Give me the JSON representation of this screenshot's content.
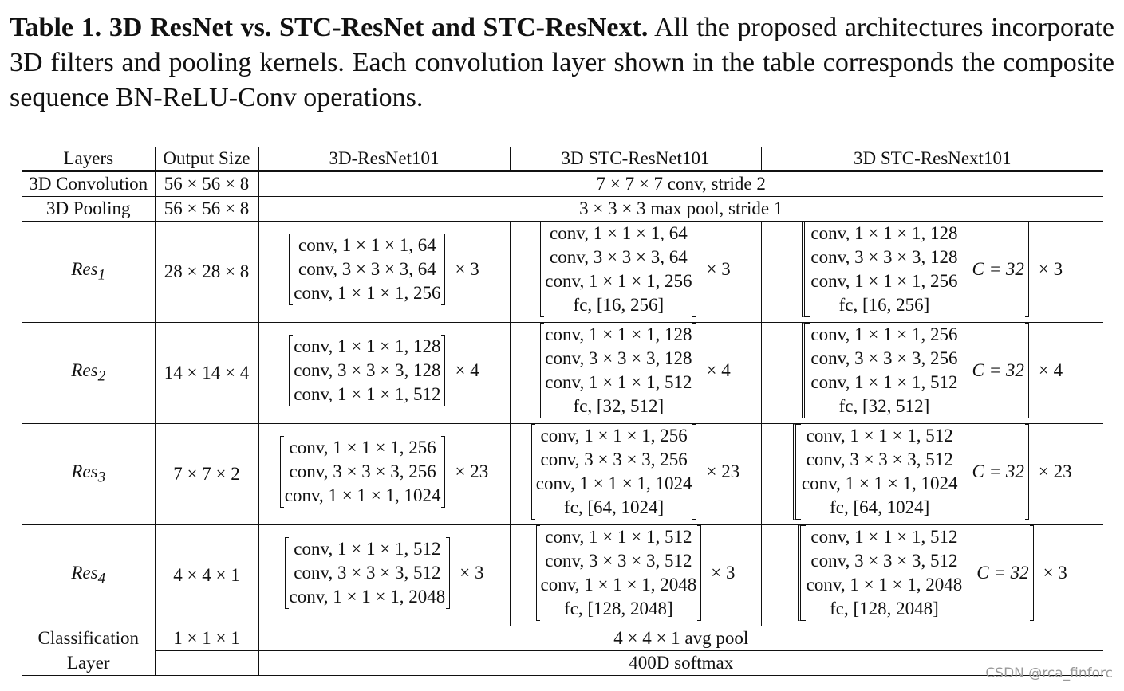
{
  "caption": {
    "bold": "Table 1. 3D ResNet vs. STC-ResNet and STC-ResNext.",
    "text": " All the proposed architectures incorporate 3D filters and pooling kernels. Each convolution layer shown in the table corresponds the composite sequence BN-ReLU-Conv operations."
  },
  "header": {
    "layers": "Layers",
    "output_size": "Output Size",
    "col_resnet": "3D-ResNet101",
    "col_stc_resnet": "3D STC-ResNet101",
    "col_stc_resnext": "3D STC-ResNext101"
  },
  "rows": {
    "conv3d": {
      "layer": "3D Convolution",
      "size": "56 × 56 × 8",
      "spec": "7 × 7 × 7 conv, stride 2"
    },
    "pool3d": {
      "layer": "3D Pooling",
      "size": "56 × 56 × 8",
      "spec": "3 × 3 × 3 max pool, stride 1"
    },
    "res1": {
      "name": "Res",
      "sub": "1",
      "size": "28 × 28 × 8",
      "resnet": [
        "conv, 1 × 1 × 1, 64",
        "conv, 3 × 3 × 3, 64",
        "conv, 1 × 1 × 1, 256"
      ],
      "resnet_mult": "× 3",
      "stc": [
        "conv, 1 × 1 × 1, 64",
        "conv, 3 × 3 × 3, 64",
        "conv, 1 × 1 × 1, 256",
        "fc, [16, 256]"
      ],
      "stc_mult": "× 3",
      "next": [
        "conv, 1 × 1 × 1, 128",
        "conv, 3 × 3 × 3, 128",
        "conv, 1 × 1 × 1, 256",
        "fc, [16, 256]"
      ],
      "next_c": "C = 32",
      "next_mult": "× 3"
    },
    "res2": {
      "name": "Res",
      "sub": "2",
      "size": "14 × 14 × 4",
      "resnet": [
        "conv, 1 × 1 × 1, 128",
        "conv, 3 × 3 × 3, 128",
        "conv, 1 × 1 × 1, 512"
      ],
      "resnet_mult": "× 4",
      "stc": [
        "conv, 1 × 1 × 1, 128",
        "conv, 3 × 3 × 3, 128",
        "conv, 1 × 1 × 1, 512",
        "fc, [32, 512]"
      ],
      "stc_mult": "× 4",
      "next": [
        "conv, 1 × 1 × 1, 256",
        "conv, 3 × 3 × 3, 256",
        "conv, 1 × 1 × 1, 512",
        "fc, [32, 512]"
      ],
      "next_c": "C = 32",
      "next_mult": "× 4"
    },
    "res3": {
      "name": "Res",
      "sub": "3",
      "size": "7 × 7 × 2",
      "resnet": [
        "conv, 1 × 1 × 1, 256",
        "conv, 3 × 3 × 3, 256",
        "conv, 1 × 1 × 1, 1024"
      ],
      "resnet_mult": "× 23",
      "stc": [
        "conv, 1 × 1 × 1, 256",
        "conv, 3 × 3 × 3, 256",
        "conv, 1 × 1 × 1, 1024",
        "fc, [64, 1024]"
      ],
      "stc_mult": "× 23",
      "next": [
        "conv, 1 × 1 × 1, 512",
        "conv, 3 × 3 × 3, 512",
        "conv, 1 × 1 × 1, 1024",
        "fc, [64, 1024]"
      ],
      "next_c": "C = 32",
      "next_mult": "× 23"
    },
    "res4": {
      "name": "Res",
      "sub": "4",
      "size": "4 × 4 × 1",
      "resnet": [
        "conv, 1 × 1 × 1, 512",
        "conv, 3 × 3 × 3, 512",
        "conv, 1 × 1 × 1, 2048"
      ],
      "resnet_mult": "× 3",
      "stc": [
        "conv, 1 × 1 × 1, 512",
        "conv, 3 × 3 × 3, 512",
        "conv, 1 × 1 × 1, 2048",
        "fc, [128, 2048]"
      ],
      "stc_mult": "× 3",
      "next": [
        "conv, 1 × 1 × 1, 512",
        "conv, 3 × 3 × 3, 512",
        "conv, 1 × 1 × 1, 2048",
        "fc, [128, 2048]"
      ],
      "next_c": "C = 32",
      "next_mult": "× 3"
    },
    "cls": {
      "layer_line1": "Classification",
      "layer_line2": "Layer",
      "size": "1 × 1 × 1",
      "pool": "4 × 4 × 1 avg pool",
      "softmax": "400D softmax"
    }
  },
  "watermark": "CSDN @rca_finforc"
}
